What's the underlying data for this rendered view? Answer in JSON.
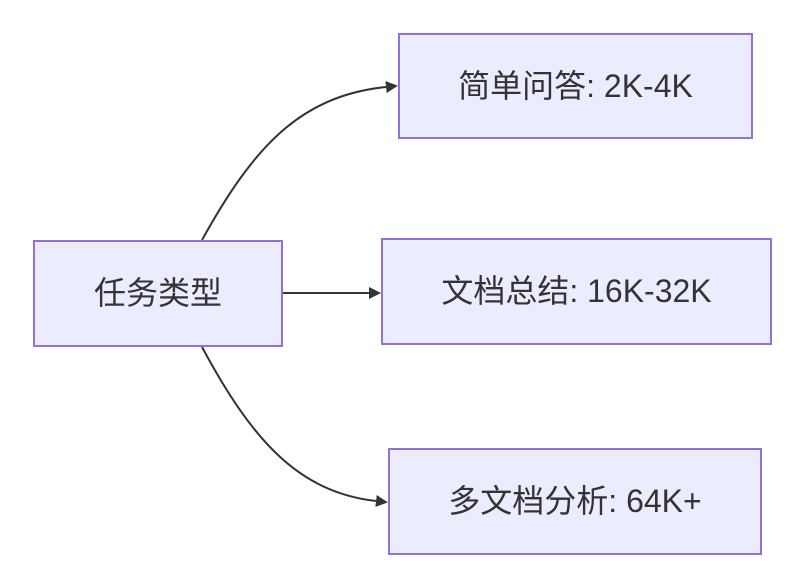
{
  "diagram": {
    "type": "flowchart",
    "background": "#ffffff",
    "node_fill": "#ECECFF",
    "node_border": "#9370DB",
    "text_color": "#333333",
    "arrow_color": "#333333",
    "root": {
      "label": "任务类型"
    },
    "branches": [
      {
        "label": "简单问答: 2K-4K"
      },
      {
        "label": "文档总结: 16K-32K"
      },
      {
        "label": "多文档分析: 64K+"
      }
    ]
  }
}
